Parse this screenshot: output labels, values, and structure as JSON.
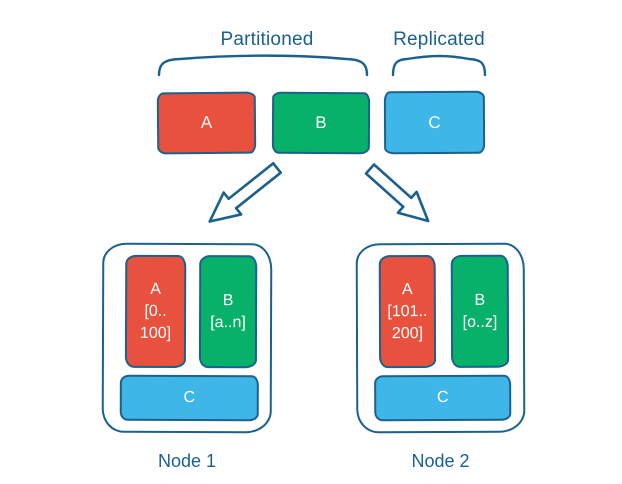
{
  "title_labels": {
    "partitioned": "Partitioned",
    "replicated": "Replicated"
  },
  "top_boxes": [
    {
      "id": "A",
      "color": "red"
    },
    {
      "id": "B",
      "color": "green"
    },
    {
      "id": "C",
      "color": "blue"
    }
  ],
  "nodes": [
    {
      "label": "Node 1",
      "partition_a": {
        "id": "A",
        "range_lines": [
          "[0..",
          "100]"
        ]
      },
      "partition_b": {
        "id": "B",
        "range_lines": [
          "[a..n]"
        ]
      },
      "replica_c": {
        "id": "C"
      }
    },
    {
      "label": "Node 2",
      "partition_a": {
        "id": "A",
        "range_lines": [
          "[101..",
          "200]"
        ]
      },
      "partition_b": {
        "id": "B",
        "range_lines": [
          "[o..z]"
        ]
      },
      "replica_c": {
        "id": "C"
      }
    }
  ],
  "colors": {
    "red": "#e8513e",
    "green": "#07b169",
    "blue": "#3eb6e8",
    "ink": "#1b618e",
    "box_text": "#ffffff"
  }
}
